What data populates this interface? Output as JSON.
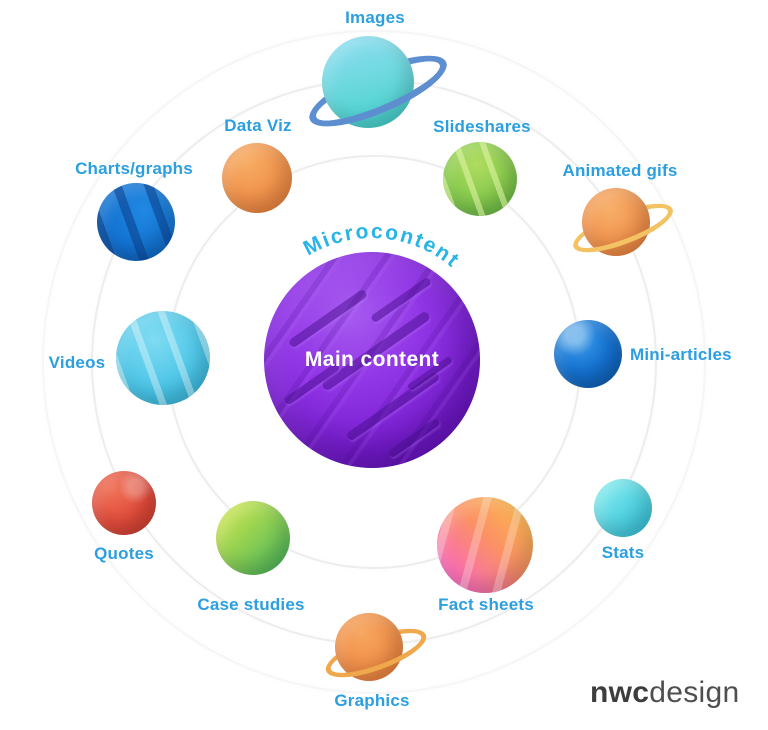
{
  "arc_label": "Microcontent",
  "center": {
    "label": "Main content",
    "color": "#8A2BE2"
  },
  "satellites": [
    {
      "id": "images",
      "label": "Images",
      "color": "#63D5DC",
      "ring_color": "#5D8FD0",
      "orbit": "outer"
    },
    {
      "id": "data-viz",
      "label": "Data Viz",
      "color": "#EF8B44",
      "orbit": "inner"
    },
    {
      "id": "slideshares",
      "label": "Slideshares",
      "color": "#84C84B",
      "orbit": "inner"
    },
    {
      "id": "charts-graphs",
      "label": "Charts/graphs",
      "color": "#1272D2",
      "orbit": "outer"
    },
    {
      "id": "animated-gifs",
      "label": "Animated gifs",
      "color": "#EF8F4A",
      "ring_color": "#F3C262",
      "orbit": "outer"
    },
    {
      "id": "videos",
      "label": "Videos",
      "color": "#4FC7E9",
      "orbit": "inner"
    },
    {
      "id": "mini-articles",
      "label": "Mini-articles",
      "color": "#1573D2",
      "orbit": "inner"
    },
    {
      "id": "quotes",
      "label": "Quotes",
      "color": "#E04A3A",
      "orbit": "outer"
    },
    {
      "id": "stats",
      "label": "Stats",
      "color": "#55D4E2",
      "orbit": "outer"
    },
    {
      "id": "case-studies",
      "label": "Case studies",
      "color": "#6FC254",
      "orbit": "inner"
    },
    {
      "id": "fact-sheets",
      "label": "Fact sheets",
      "color": "#F973B8",
      "orbit": "inner"
    },
    {
      "id": "graphics",
      "label": "Graphics",
      "color": "#EF9149",
      "ring_color": "#F0A84C",
      "orbit": "outer"
    }
  ],
  "logo": {
    "bold": "nwc",
    "light": "design"
  },
  "colors": {
    "background": "#FFFFFF",
    "label_text": "#2B9FE0",
    "arc_text": "#29B5E8",
    "orbit_line": "#EDEDED",
    "logo_text": "#414141"
  }
}
